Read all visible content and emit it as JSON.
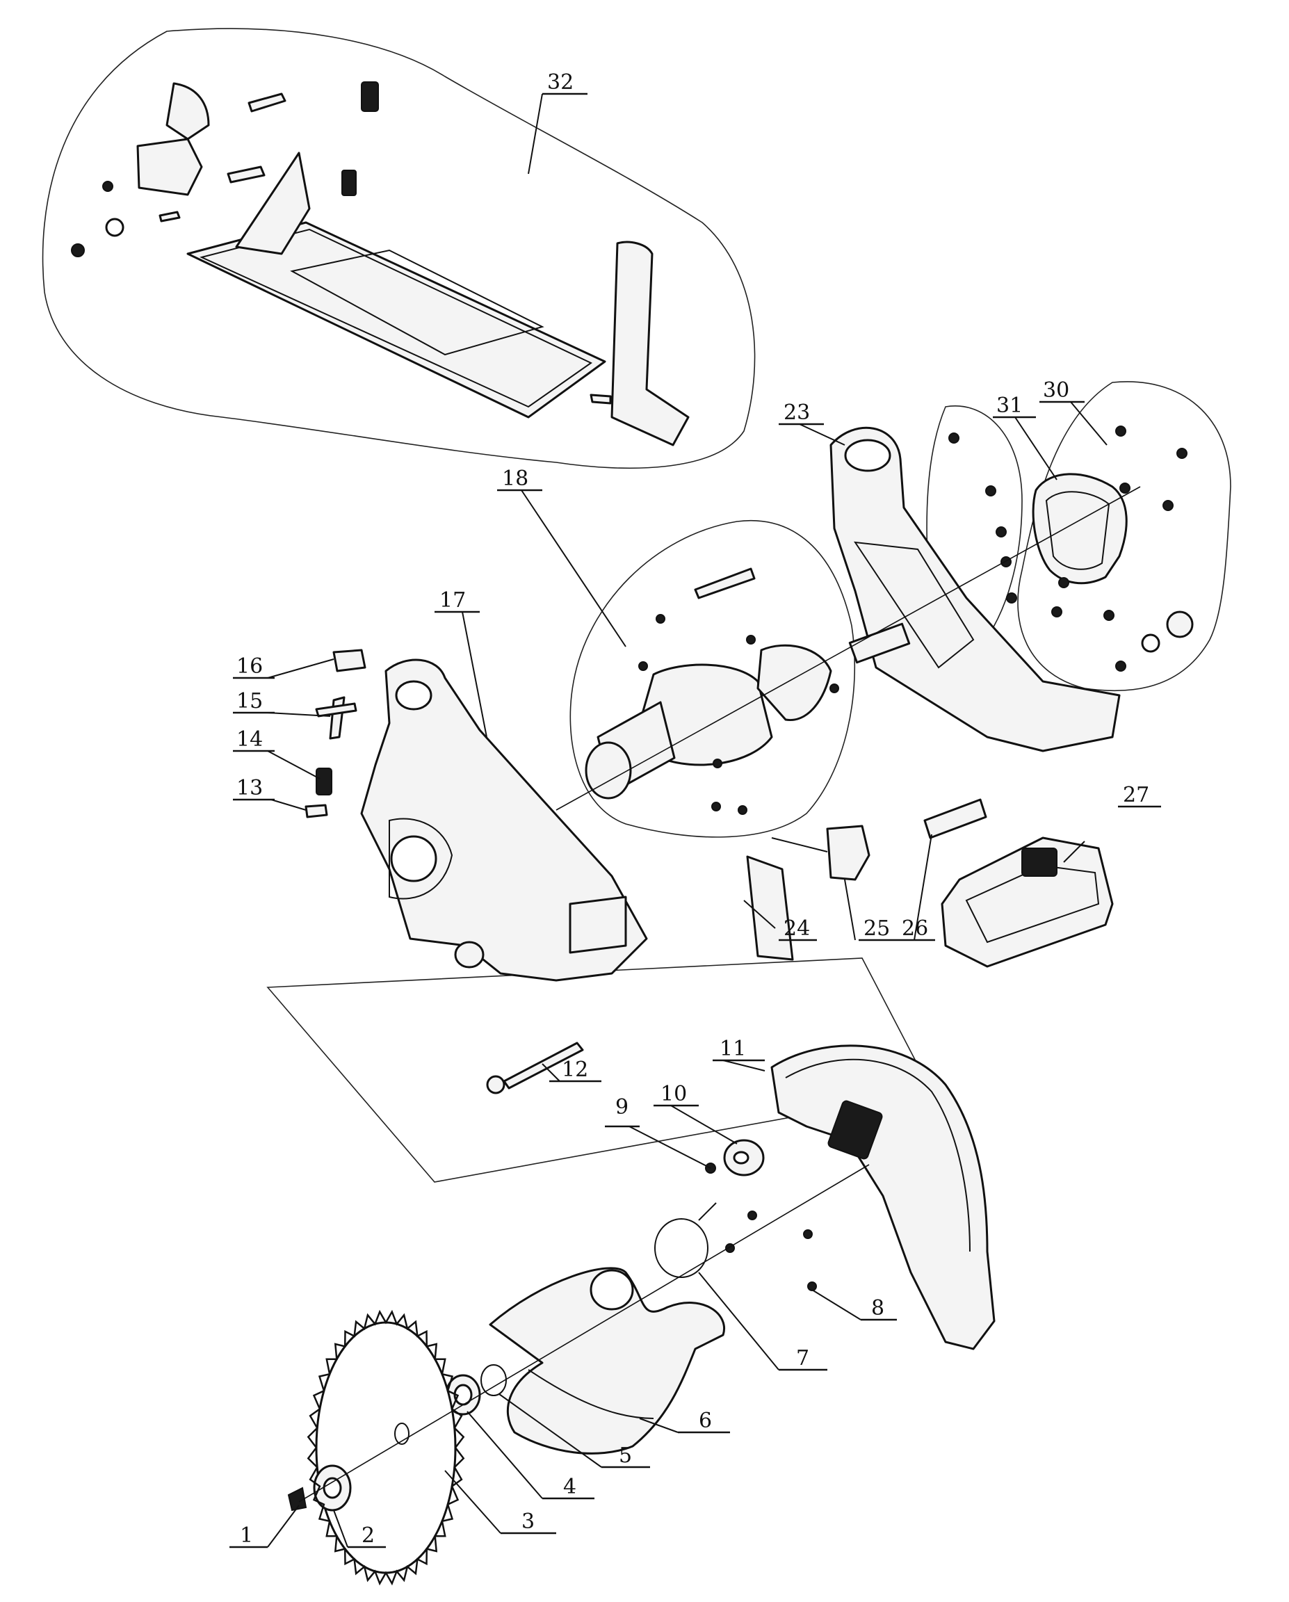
{
  "callouts": {
    "c1": "1",
    "c2": "2",
    "c3": "3",
    "c4": "4",
    "c5": "5",
    "c6": "6",
    "c7": "7",
    "c8": "8",
    "c9": "9",
    "c10": "10",
    "c11": "11",
    "c12": "12",
    "c13": "13",
    "c14": "14",
    "c15": "15",
    "c16": "16",
    "c17": "17",
    "c18": "18",
    "c23": "23",
    "c24": "24",
    "c25": "25",
    "c26": "26",
    "c27": "27",
    "c30": "30",
    "c31": "31",
    "c32": "32"
  }
}
